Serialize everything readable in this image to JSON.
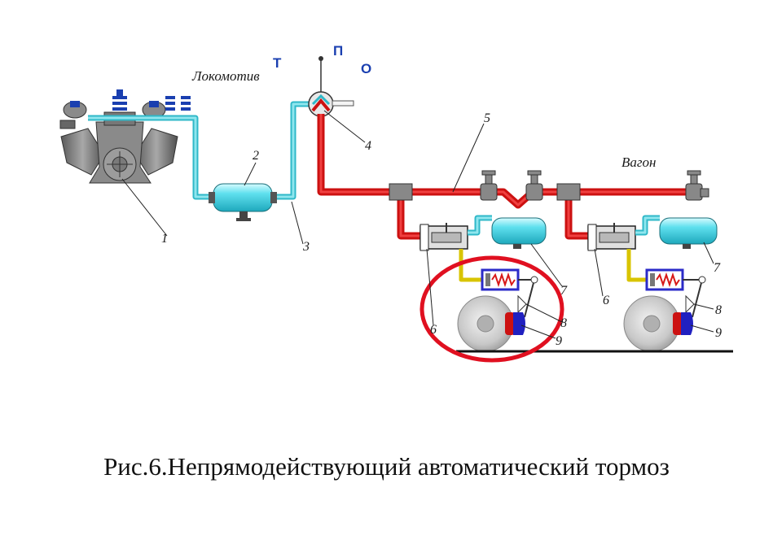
{
  "labels": {
    "locomotive": "Локомотив",
    "wagon": "Вагон",
    "pos_t": "Т",
    "pos_p": "П",
    "pos_o": "О",
    "n1": "1",
    "n2": "2",
    "n3": "3",
    "n4": "4",
    "n5": "5",
    "n6a": "6",
    "n7a": "7",
    "n8a": "8",
    "n9a": "9",
    "n6b": "6",
    "n7b": "7",
    "n8b": "8",
    "n9b": "9"
  },
  "caption": "Рис.6.Непрямодействующий автоматический тормоз",
  "colors": {
    "air_line": "#2fb8c8",
    "brake_line": "#cc1111",
    "position_letters": "#1a3fb0",
    "highlight_circle": "#e01020"
  }
}
